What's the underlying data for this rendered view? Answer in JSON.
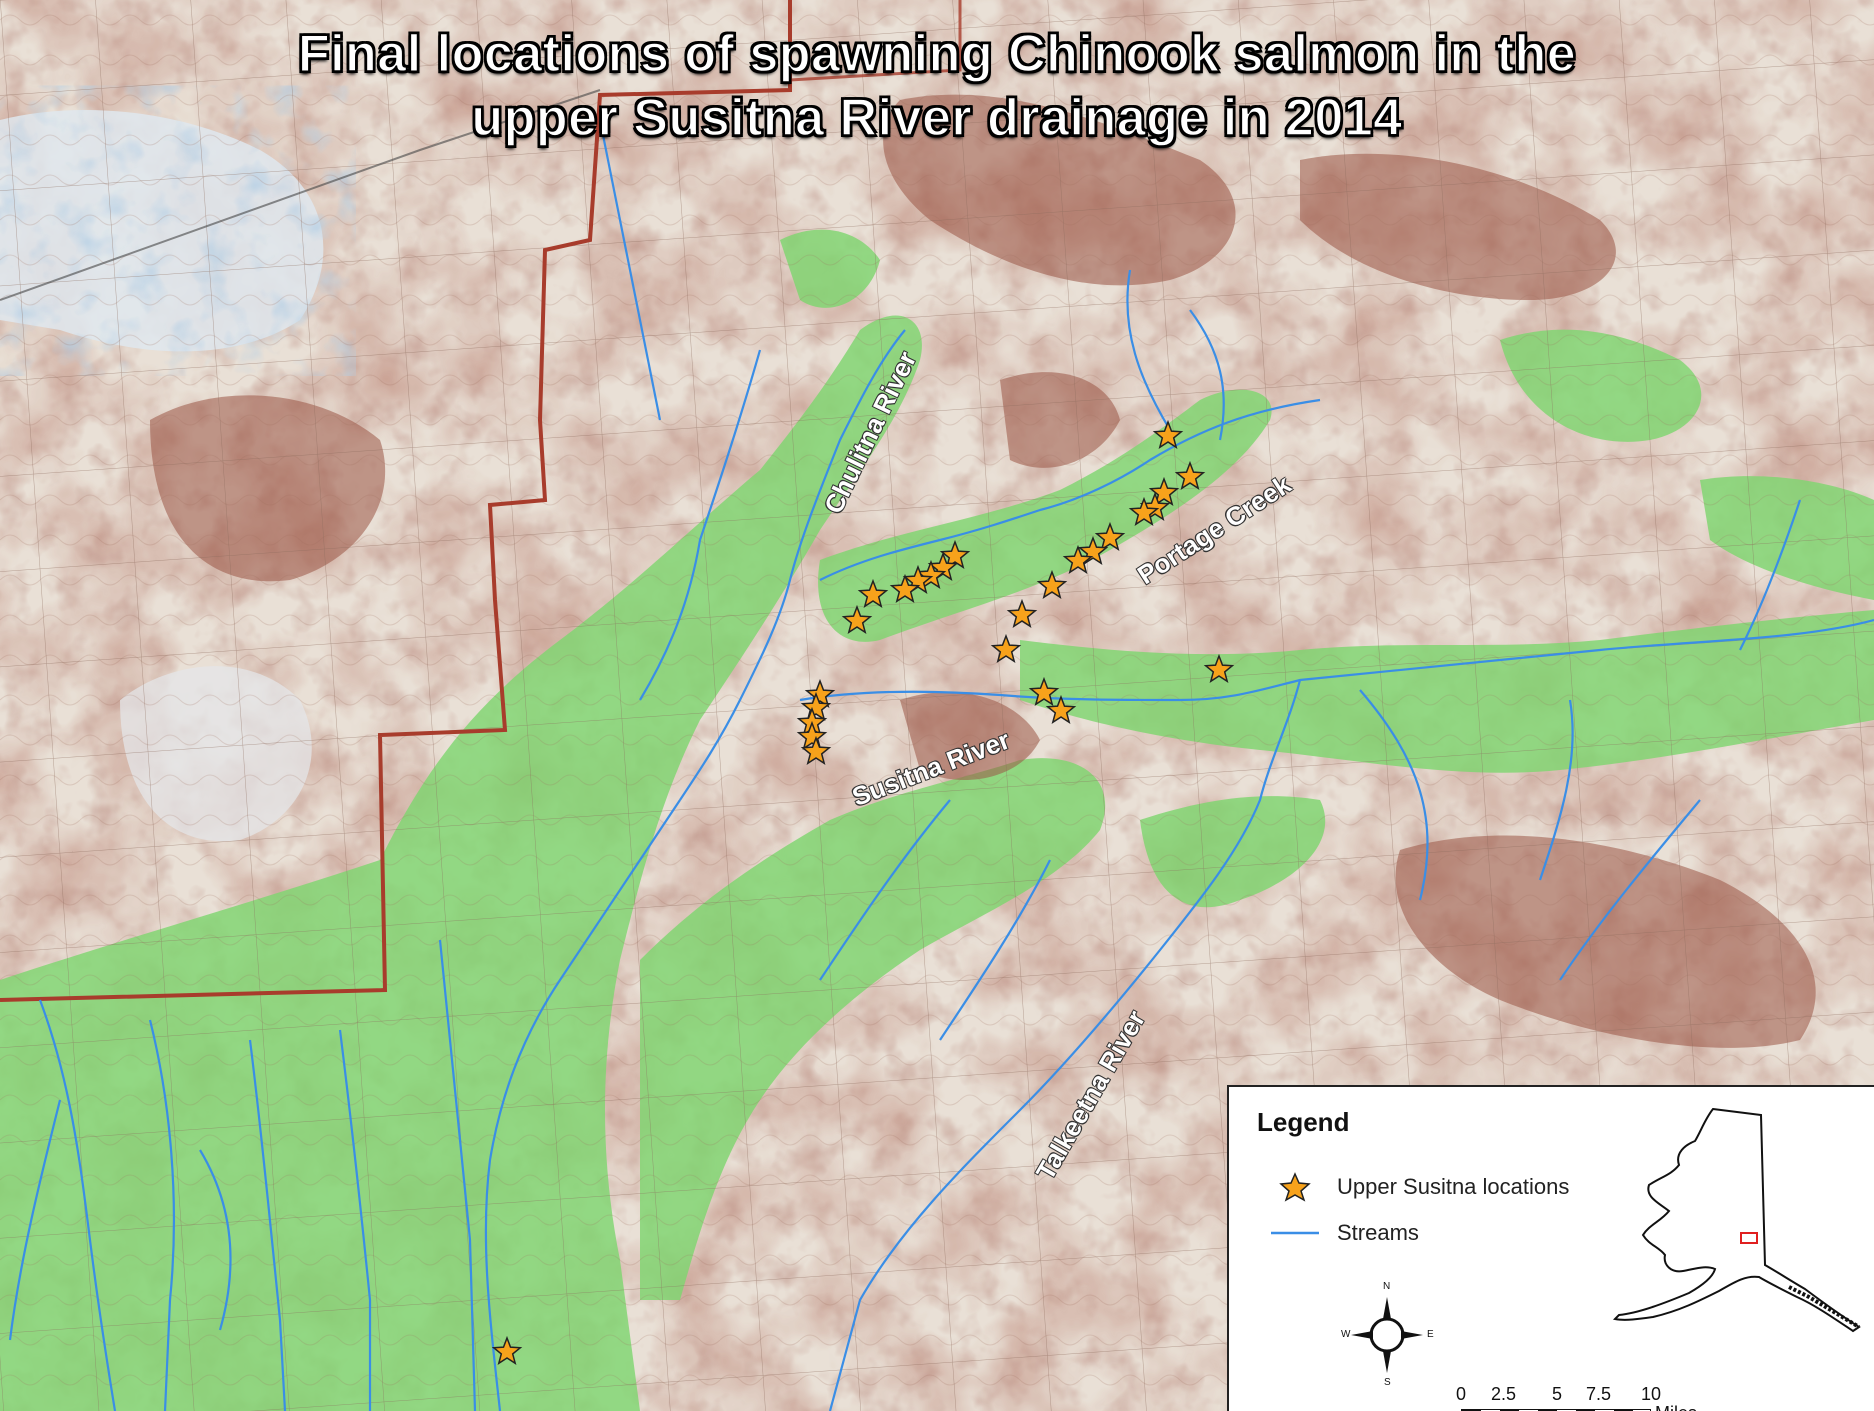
{
  "map": {
    "title_line1": "Final locations of spawning Chinook salmon in the",
    "title_line2": "upper Susitna River drainage in 2014",
    "river_labels": [
      {
        "id": "chulitna",
        "text": "Chulitna River"
      },
      {
        "id": "portage",
        "text": "Portage Creek"
      },
      {
        "id": "susitna",
        "text": "Susitna River"
      },
      {
        "id": "talkeetna",
        "text": "Talkeetna River"
      }
    ],
    "star_color": "#f7a21b",
    "stream_color": "#3a8ee6",
    "boundary_color": "#a83c2c",
    "vegetation_color": "#7ed46e",
    "relief_color": "#8b4a3c"
  },
  "legend": {
    "title": "Legend",
    "items": [
      {
        "label": "Upper Susitna locations",
        "symbol": "star-icon"
      },
      {
        "label": "Streams",
        "symbol": "stream-line-icon"
      }
    ],
    "compass": {
      "n": "N",
      "s": "S",
      "e": "E",
      "w": "W"
    },
    "scale": {
      "ticks": [
        "0",
        "2.5",
        "5",
        "7.5",
        "10"
      ],
      "unit": "Miles"
    },
    "inset_label": "Alaska inset map"
  }
}
